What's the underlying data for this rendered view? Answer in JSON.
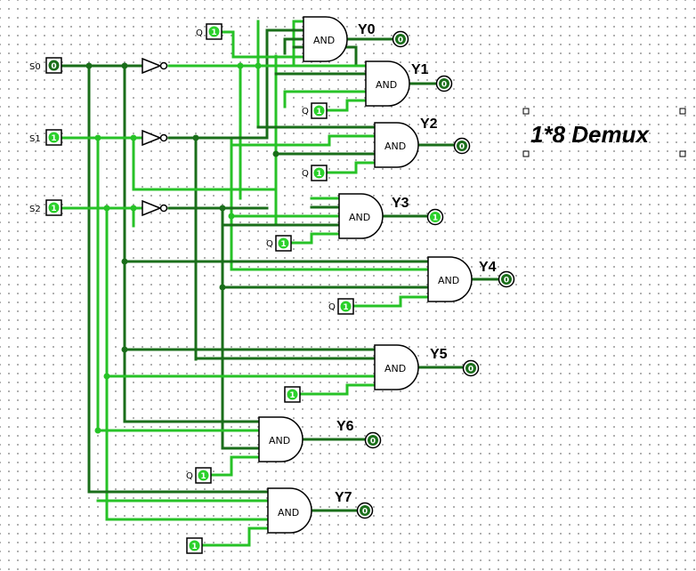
{
  "title": "1*8 Demux",
  "colors": {
    "wire_high": "#27c227",
    "wire_low": "#1a6e1a",
    "pin_one": "#2bd12b",
    "pin_zero": "#1a6e1a",
    "gate_stroke": "#000000"
  },
  "selects": [
    {
      "name": "S0",
      "value": "0"
    },
    {
      "name": "S1",
      "value": "1"
    },
    {
      "name": "S2",
      "value": "1"
    }
  ],
  "gate_label": "AND",
  "data_inputs": [
    {
      "label": "Q",
      "value": "1"
    },
    {
      "label": "Q",
      "value": "1"
    },
    {
      "label": "Q",
      "value": "1"
    },
    {
      "label": "Q",
      "value": "1"
    },
    {
      "label": "Q",
      "value": "1"
    },
    {
      "label": "",
      "value": "1"
    },
    {
      "label": "Q",
      "value": "1"
    },
    {
      "label": "",
      "value": "1"
    }
  ],
  "outputs": [
    {
      "name": "Y0",
      "value": "0"
    },
    {
      "name": "Y1",
      "value": "0"
    },
    {
      "name": "Y2",
      "value": "0"
    },
    {
      "name": "Y3",
      "value": "1"
    },
    {
      "name": "Y4",
      "value": "0"
    },
    {
      "name": "Y5",
      "value": "0"
    },
    {
      "name": "Y6",
      "value": "0"
    },
    {
      "name": "Y7",
      "value": "0"
    }
  ]
}
